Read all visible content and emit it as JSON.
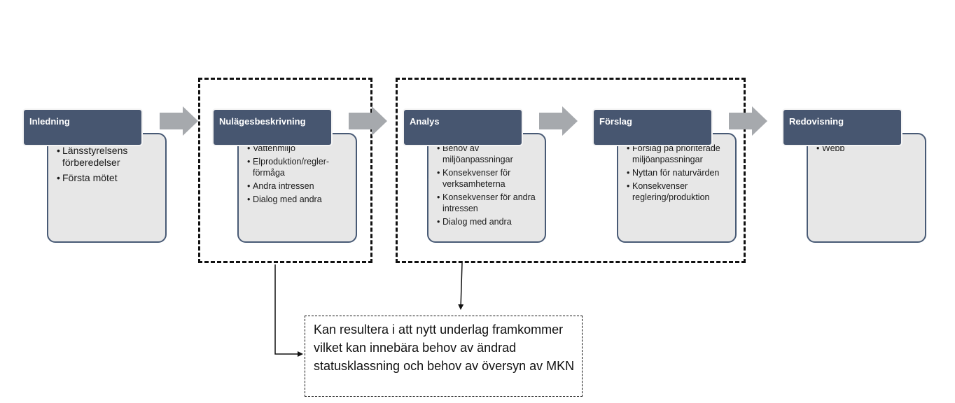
{
  "stages": [
    {
      "title": "Inledning",
      "items": [
        "Länsstyrelsens förberedelser",
        "Första mötet"
      ]
    },
    {
      "title": "Nulägesbeskrivning",
      "items": [
        "Vattenmiljö",
        "Elproduktion/regler-förmåga",
        "Andra intressen",
        "Dialog med andra"
      ]
    },
    {
      "title": "Analys",
      "items": [
        "Behov av miljöanpassningar",
        "Konsekvenser för verksamheterna",
        "Konsekvenser för andra intressen",
        "Dialog med andra"
      ]
    },
    {
      "title": "Förslag",
      "items": [
        "Förslag på prioriterade miljöanpassningar",
        "Nyttan för naturvärden",
        "Konsekvenser reglering/produktion"
      ]
    },
    {
      "title": "Redovisning",
      "items": [
        "Webb"
      ]
    }
  ],
  "note": "Kan resultera i att nytt underlag framkommer vilket kan innebära behov av ändrad statusklassning och behov av översyn av MKN",
  "colors": {
    "header": "#475670",
    "content_bg": "#e7e7e7",
    "content_border": "#485a75",
    "arrow": "#a6a9ad"
  }
}
